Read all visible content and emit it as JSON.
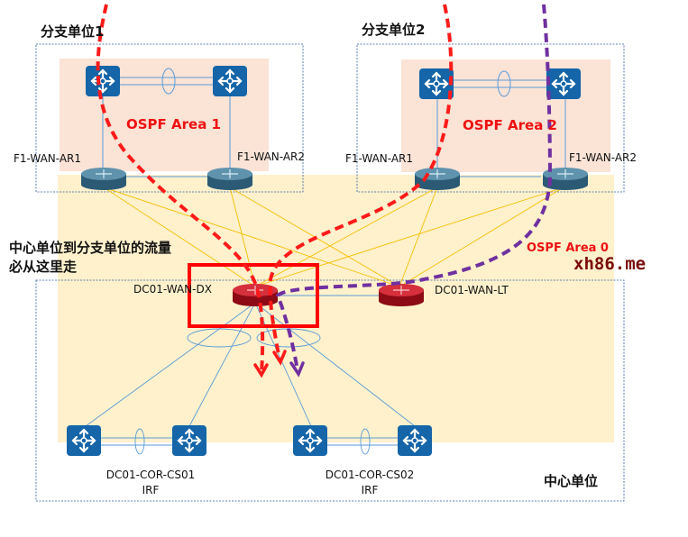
{
  "branches": [
    {
      "title": "分支单位1",
      "area_label": "OSPF Area 1",
      "routers": [
        "F1-WAN-AR1",
        "F1-WAN-AR2"
      ]
    },
    {
      "title": "分支单位2",
      "area_label": "OSPF Area 2",
      "routers": [
        "F1-WAN-AR1",
        "F1-WAN-AR2"
      ]
    }
  ],
  "backbone": {
    "area_label": "OSPF Area 0"
  },
  "center": {
    "title": "中心单位",
    "wan_routers": [
      "DC01-WAN-DX",
      "DC01-WAN-LT"
    ],
    "core_groups": [
      {
        "name": "DC01-COR-CS01",
        "type": "IRF"
      },
      {
        "name": "DC01-COR-CS02",
        "type": "IRF"
      }
    ]
  },
  "annotation": {
    "line1": "中心单位到分支单位的流量",
    "line2": "必从这里走"
  },
  "watermark": "xh86.me",
  "colors": {
    "switch": "#1565a8",
    "branch_router": "#3a6f8c",
    "wan_router": "#b01020",
    "area_branch_bg": "#fbe3d6",
    "area0_bg": "#fff1cc",
    "path_red": "#ff1a1a",
    "path_purple": "#7030a0",
    "link_yellow": "#f5c000",
    "link_blue": "#5b9bd5",
    "watermark": "#7a0a0a"
  }
}
